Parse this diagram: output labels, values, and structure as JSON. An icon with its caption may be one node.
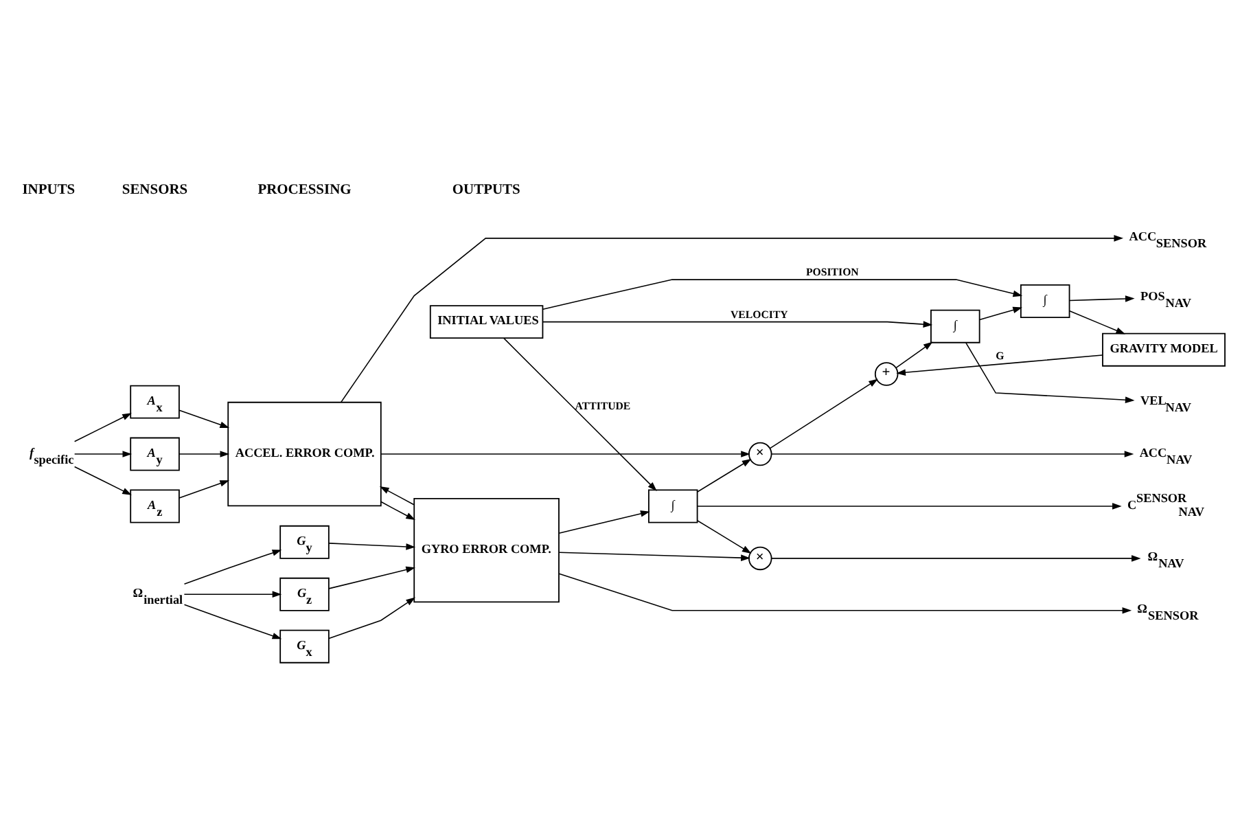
{
  "diagram": {
    "nodes": [
      {
        "text": [
          "*f*$_{specific}$"
        ]
      },
      {
        "text": [
          "*A*$_{x}$"
        ]
      },
      {
        "text": [
          "*A*$_{y}$"
        ]
      },
      {
        "text": [
          "*A*$_{z}$"
        ]
      },
      {
        "text": [
          "ACCEL. ERROR COMP."
        ]
      },
      {
        "text": [
          "Ω$_{inertial}$"
        ]
      },
      {
        "text": [
          "*G*$_{x}$"
        ]
      },
      {
        "text": [
          "*G*$_{y}$"
        ]
      },
      {
        "text": [
          "*G*$_{z}$"
        ]
      },
      {
        "text": [
          "GYRO ERROR COMP."
        ]
      },
      {
        "text": [
          "×"
        ]
      },
      {
        "text": [
          "GRAVITY MODEL"
        ]
      },
      {
        "text": [
          "+"
        ]
      },
      {
        "text": [
          "∫"
        ]
      },
      {
        "text": [
          "∫"
        ]
      },
      {
        "text": [
          "POS$_{NAV}$"
        ]
      },
      {
        "text": [
          "VEL$_{NAV}$"
        ]
      },
      {
        "text": [
          "ACC$_{NAV}$"
        ]
      },
      {
        "text": [
          "ACC$_{SENSOR}$"
        ]
      },
      {
        "text": [
          "C$^{SENSOR}$$_{NAV}$"
        ]
      },
      {
        "text": [
          "Ω$_{SENSOR}$"
        ]
      },
      {
        "text": [
          "∫"
        ]
      },
      {
        "text": [
          "×"
        ]
      },
      {
        "text": [
          "Ω$_{NAV}$"
        ]
      },
      {
        "text": [
          "INITIAL VALUES"
        ]
      }
    ],
    "edges": [
      {
        "from": 0,
        "to": 1,
        "arrow": "to"
      },
      {
        "from": 0,
        "to": 2,
        "arrow": "to"
      },
      {
        "from": 0,
        "to": 3,
        "arrow": "to"
      },
      {
        "from": 1,
        "to": 4,
        "arrow": "to"
      },
      {
        "from": 2,
        "to": 4,
        "arrow": "to"
      },
      {
        "from": 3,
        "to": 4,
        "arrow": "to"
      },
      {
        "from": 5,
        "to": 6,
        "arrow": "to"
      },
      {
        "from": 5,
        "to": 7,
        "arrow": "to"
      },
      {
        "from": 5,
        "to": 8,
        "arrow": "to"
      },
      {
        "from": 6,
        "to": 9,
        "arrow": "to"
      },
      {
        "from": 7,
        "to": 9,
        "arrow": "to"
      },
      {
        "from": 8,
        "to": 9,
        "arrow": "to"
      },
      {
        "from": 4,
        "to": 10,
        "arrow": "to"
      },
      {
        "from": 4,
        "to": 18,
        "arrow": "to"
      },
      {
        "from": 4,
        "to": 9,
        "arrow": "to"
      },
      {
        "from": 9,
        "to": 21,
        "arrow": "to"
      },
      {
        "from": 9,
        "to": 20,
        "arrow": "to"
      },
      {
        "from": 9,
        "to": 4,
        "arrow": "to"
      },
      {
        "from": 9,
        "to": 22,
        "arrow": "to"
      },
      {
        "from": 21,
        "to": 10,
        "arrow": "to"
      },
      {
        "from": 21,
        "to": 19,
        "arrow": "to"
      },
      {
        "from": 21,
        "to": 22,
        "arrow": "to"
      },
      {
        "from": 22,
        "to": 23,
        "arrow": "to"
      },
      {
        "from": 10,
        "to": 12,
        "arrow": "to"
      },
      {
        "from": 10,
        "to": 17,
        "arrow": "to"
      },
      {
        "from": 11,
        "to": 12,
        "arrow": "to",
        "label": "G"
      },
      {
        "from": 12,
        "to": 13,
        "arrow": "to"
      },
      {
        "from": 13,
        "to": 14,
        "arrow": "to"
      },
      {
        "from": 13,
        "to": 16,
        "arrow": "to"
      },
      {
        "from": 14,
        "to": 15,
        "arrow": "to"
      },
      {
        "from": 14,
        "to": 11,
        "arrow": "to"
      },
      {
        "from": 24,
        "to": 21,
        "arrow": "to",
        "label": "ATTITUDE"
      },
      {
        "from": 24,
        "to": 13,
        "arrow": "to",
        "label": "VELOCITY"
      },
      {
        "from": 24,
        "to": 14,
        "arrow": "to",
        "label": "POSITION"
      }
    ],
    "labels": [
      "INPUTS",
      "SENSORS",
      "PROCESSING",
      "OUTPUTS"
    ]
  }
}
